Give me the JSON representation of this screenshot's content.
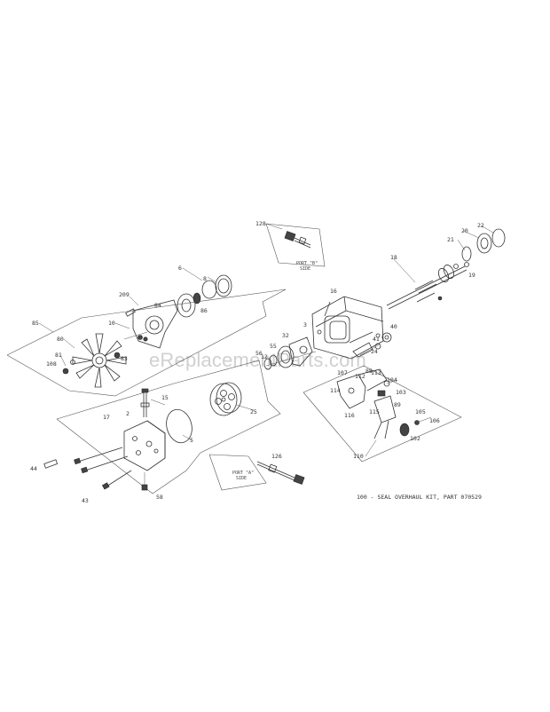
{
  "watermark": "eReplacementParts.com",
  "note": "100 - SEAL OVERHAUL KIT, PART 070529",
  "ports": [
    {
      "id": "b",
      "line1": "PORT \"B\"",
      "line2": "SIDE"
    },
    {
      "id": "a",
      "line1": "PORT \"A\"",
      "line2": "SIDE"
    }
  ],
  "callouts": [
    "128",
    "6",
    "8",
    "209",
    "84",
    "86",
    "10",
    "85",
    "80",
    "81",
    "83",
    "108",
    "2",
    "3",
    "5",
    "15",
    "25",
    "12",
    "32",
    "55",
    "56",
    "16",
    "18",
    "20",
    "21",
    "22",
    "19",
    "40",
    "41",
    "24",
    "102",
    "103",
    "104",
    "105",
    "106",
    "107",
    "110",
    "112",
    "113",
    "114",
    "115",
    "116",
    "88",
    "89",
    "126",
    "43",
    "44",
    "58",
    "17"
  ]
}
